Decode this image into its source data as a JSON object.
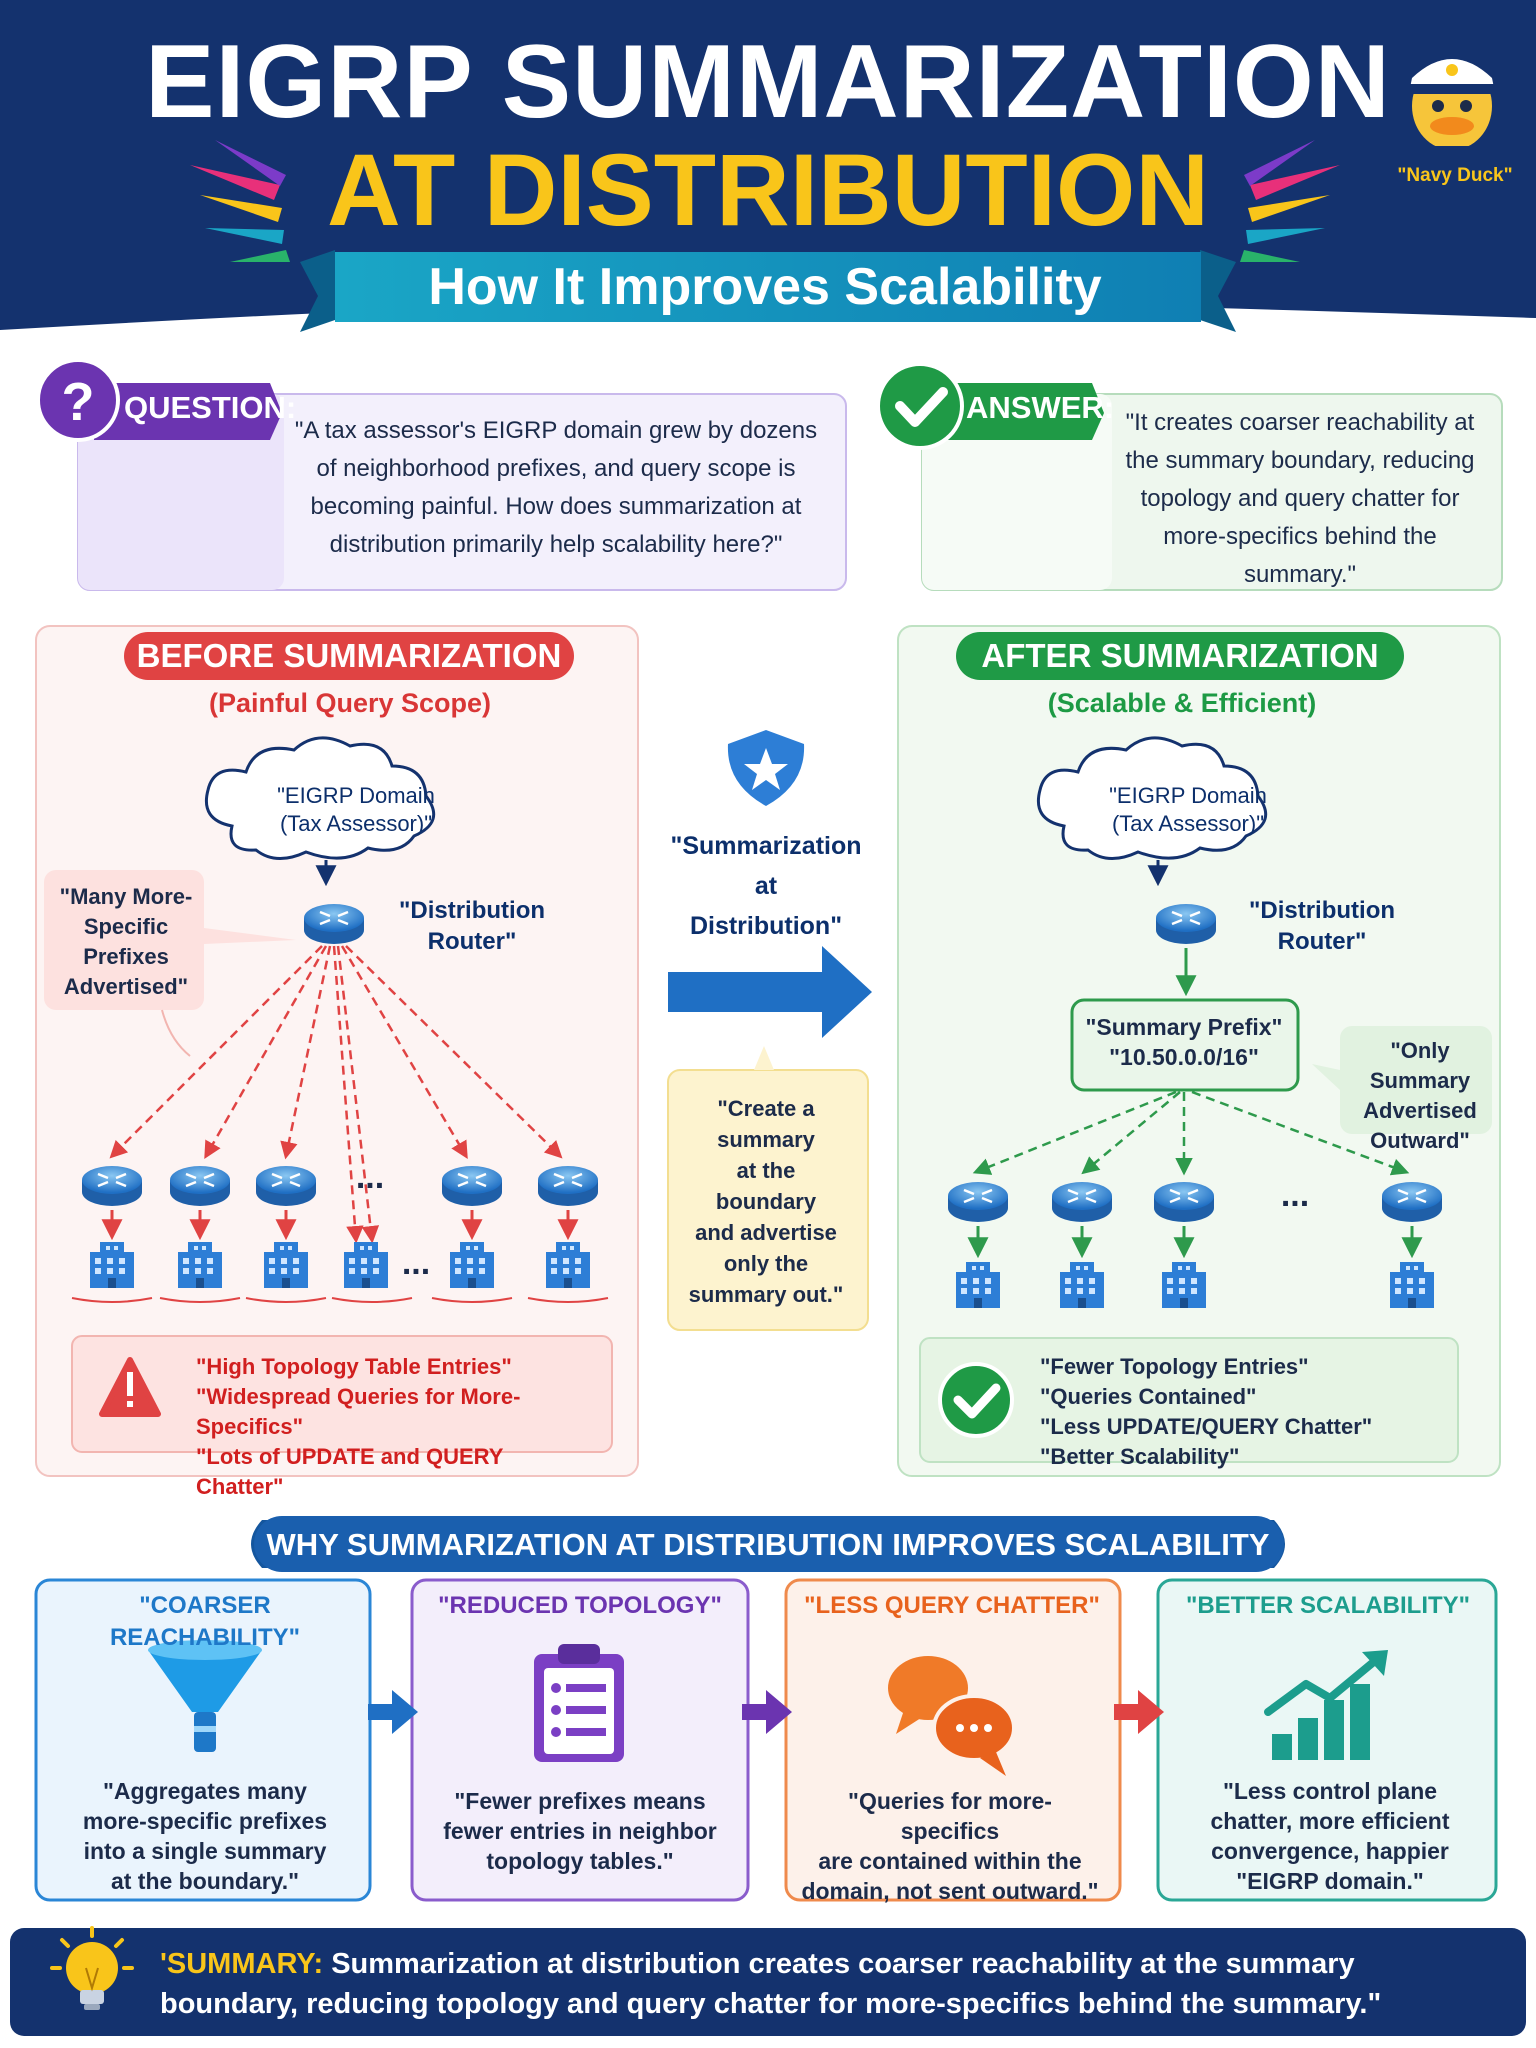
{
  "header": {
    "title_line1": "EIGRP SUMMARIZATION",
    "title_line2": "AT DISTRIBUTION",
    "subtitle": "How It Improves Scalability",
    "mascot_caption": "\"Navy Duck\""
  },
  "question": {
    "label": "QUESTION:",
    "text": "\"A tax assessor's EIGRP domain grew by dozens of neighborhood prefixes, and query scope is becoming painful. How does summarization at distribution primarily help scalability here?\""
  },
  "answer": {
    "label": "ANSWER:",
    "text": "\"It creates coarser reachability at the summary boundary, reducing topology and query chatter for more-specifics behind the summary.\""
  },
  "before": {
    "title": "BEFORE SUMMARIZATION",
    "subtitle": "(Painful Query Scope)",
    "cloud": "\"EIGRP Domain\n(Tax Assessor)\"",
    "router": "\"Distribution\nRouter\"",
    "callout": "\"Many More-\nSpecific\nPrefixes\nAdvertised\"",
    "ellipsis": "...",
    "problems": "\"High Topology Table Entries\"\n\"Widespread Queries for More-Specifics\"\n\"Lots of UPDATE and QUERY Chatter\""
  },
  "middle": {
    "label": "\"Summarization\nat\nDistribution\"",
    "note": "\"Create a\nsummary\nat the\nboundary\nand advertise\nonly the\nsummary out.\""
  },
  "after": {
    "title": "AFTER SUMMARIZATION",
    "subtitle": "(Scalable & Efficient)",
    "cloud": "\"EIGRP Domain\n(Tax Assessor)\"",
    "router": "\"Distribution\nRouter\"",
    "summary_prefix": "\"Summary Prefix\"\n\"10.50.0.0/16\"",
    "callout": "\"Only Summary\nAdvertised\nOutward\"",
    "ellipsis": "...",
    "benefits": "\"Fewer Topology Entries\"\n\"Queries Contained\"\n\"Less UPDATE/QUERY Chatter\"\n\"Better Scalability\""
  },
  "why": {
    "title": "WHY SUMMARIZATION AT DISTRIBUTION IMPROVES SCALABILITY",
    "cards": [
      {
        "title": "\"COARSER REACHABILITY\"",
        "icon": "funnel-icon",
        "text": "\"Aggregates many\nmore-specific prefixes\ninto a single summary\nat the boundary.\""
      },
      {
        "title": "\"REDUCED TOPOLOGY\"",
        "icon": "clipboard-list-icon",
        "text": "\"Fewer prefixes means\nfewer entries in neighbor\ntopology tables.\""
      },
      {
        "title": "\"LESS QUERY CHATTER\"",
        "icon": "chat-bubbles-icon",
        "text": "\"Queries for more-specifics\nare contained within the\ndomain, not sent outward.\""
      },
      {
        "title": "\"BETTER SCALABILITY\"",
        "icon": "growth-chart-icon",
        "text": "\"Less control plane\nchatter, more efficient\nconvergence, happier\n\"EIGRP domain.\""
      }
    ]
  },
  "summary": {
    "label": "'SUMMARY:",
    "text": " Summarization at distribution creates coarser reachability at the summary boundary, reducing topology and query chatter for more-specifics behind the summary.\""
  },
  "colors": {
    "navy": "#14326e",
    "gold": "#f9c51a",
    "red": "#e04343",
    "green": "#1f9a46",
    "blue": "#1f6fc4",
    "purple": "#6b34b0",
    "orange": "#e8621d",
    "teal": "#1c9d8d"
  }
}
